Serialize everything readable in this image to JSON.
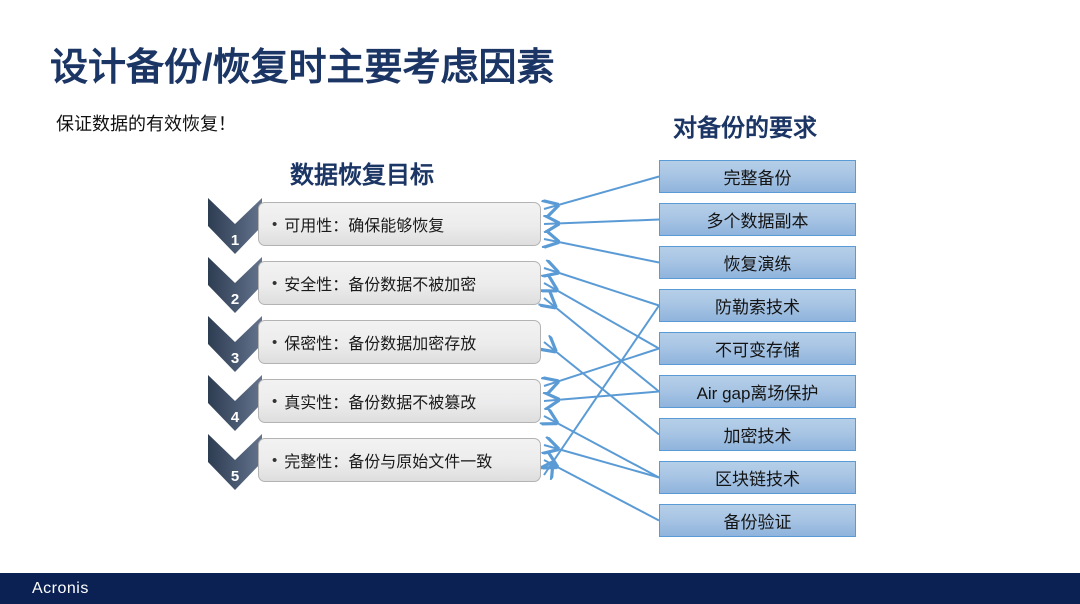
{
  "slide": {
    "title": "设计备份/恢复时主要考虑因素",
    "subtitle": "保证数据的有效恢复！",
    "title_color": "#1b3564",
    "background": "#ffffff"
  },
  "goals": {
    "heading": "数据恢复目标",
    "items": [
      {
        "number": "1",
        "bullet": "•",
        "text": "可用性：确保能够恢复"
      },
      {
        "number": "2",
        "bullet": "•",
        "text": "安全性：备份数据不被加密"
      },
      {
        "number": "3",
        "bullet": "•",
        "text": "保密性：备份数据加密存放"
      },
      {
        "number": "4",
        "bullet": "•",
        "text": "真实性：备份数据不被篡改"
      },
      {
        "number": "5",
        "bullet": "•",
        "text": "完整性：备份与原始文件一致"
      }
    ]
  },
  "requirements": {
    "heading": "对备份的要求",
    "items": [
      {
        "text": "完整备份"
      },
      {
        "text": "多个数据副本"
      },
      {
        "text": "恢复演练"
      },
      {
        "text": "防勒索技术"
      },
      {
        "text": "不可变存储"
      },
      {
        "text": "Air gap离场保护"
      },
      {
        "text": "加密技术"
      },
      {
        "text": "区块链技术"
      },
      {
        "text": "备份验证"
      }
    ]
  },
  "connections": {
    "arrow_color": "#5b9bd5",
    "description": "arrows point from requirement boxes (right) to data recovery goal boxes (left)",
    "links": [
      {
        "from_requirement": 0,
        "to_goal": 0
      },
      {
        "from_requirement": 1,
        "to_goal": 0
      },
      {
        "from_requirement": 2,
        "to_goal": 0
      },
      {
        "from_requirement": 3,
        "to_goal": 1
      },
      {
        "from_requirement": 4,
        "to_goal": 1
      },
      {
        "from_requirement": 5,
        "to_goal": 1
      },
      {
        "from_requirement": 6,
        "to_goal": 2
      },
      {
        "from_requirement": 4,
        "to_goal": 3
      },
      {
        "from_requirement": 5,
        "to_goal": 3
      },
      {
        "from_requirement": 7,
        "to_goal": 3
      },
      {
        "from_requirement": 7,
        "to_goal": 4
      },
      {
        "from_requirement": 8,
        "to_goal": 4
      },
      {
        "from_requirement": 3,
        "to_goal": 4
      }
    ]
  },
  "footer": {
    "logo": "Acronis",
    "bar_color": "#0b2154"
  }
}
